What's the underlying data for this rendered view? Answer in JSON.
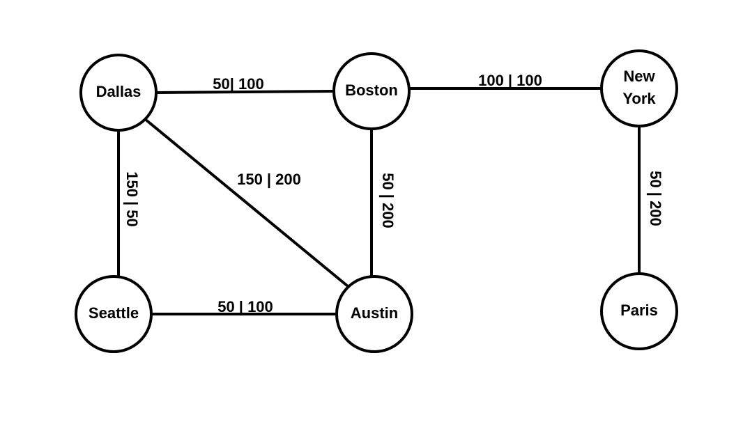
{
  "nodes": [
    {
      "id": "dallas",
      "lines": [
        "Dallas"
      ]
    },
    {
      "id": "boston",
      "lines": [
        "Boston"
      ]
    },
    {
      "id": "new-york",
      "lines": [
        "New",
        "York"
      ]
    },
    {
      "id": "seattle",
      "lines": [
        "Seattle"
      ]
    },
    {
      "id": "austin",
      "lines": [
        "Austin"
      ]
    },
    {
      "id": "paris",
      "lines": [
        "Paris"
      ]
    }
  ],
  "edges": [
    {
      "from": "dallas",
      "to": "boston",
      "label": "50| 100"
    },
    {
      "from": "boston",
      "to": "new-york",
      "label": "100 | 100"
    },
    {
      "from": "dallas",
      "to": "seattle",
      "label": "150 | 50"
    },
    {
      "from": "dallas",
      "to": "austin",
      "label": "150 | 200"
    },
    {
      "from": "boston",
      "to": "austin",
      "label": "50 | 200"
    },
    {
      "from": "seattle",
      "to": "austin",
      "label": "50 | 100"
    },
    {
      "from": "new-york",
      "to": "paris",
      "label": "50 | 200"
    }
  ]
}
